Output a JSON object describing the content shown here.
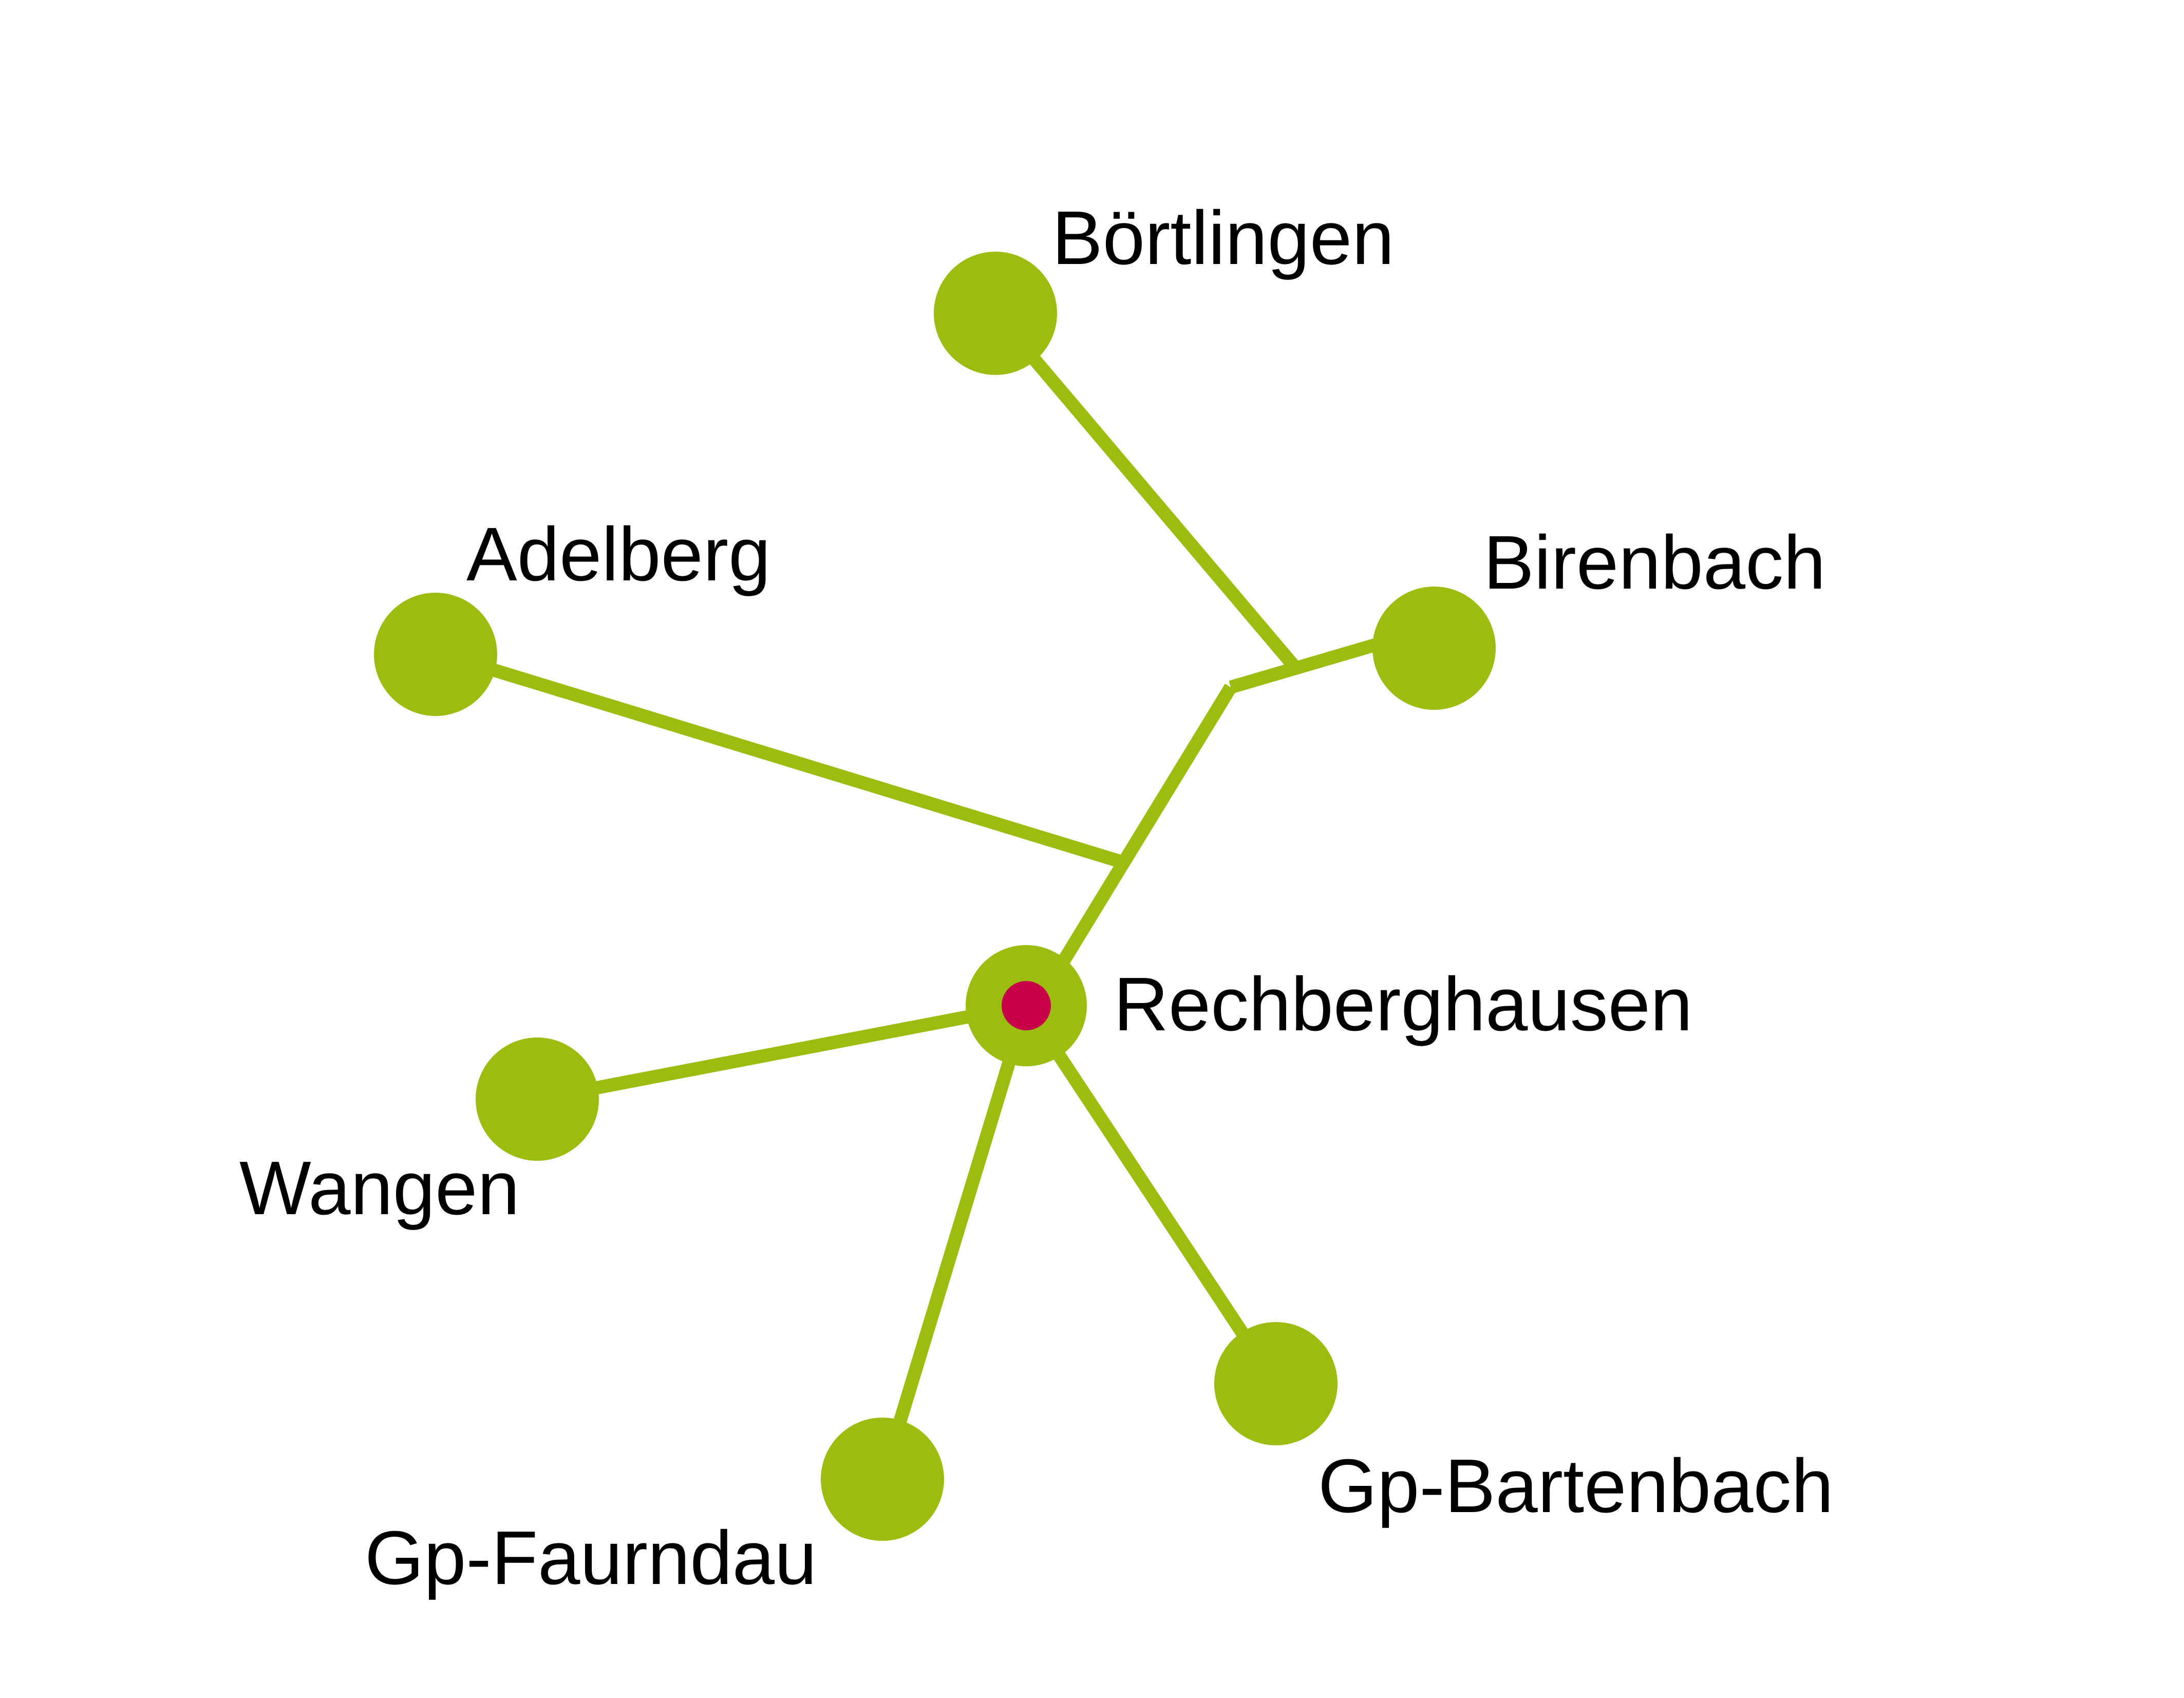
{
  "colors": {
    "line": "#9abd10",
    "node": "#9abd10",
    "center_dot": "#c8004a",
    "background": "#ffffff"
  },
  "center": {
    "label": "Rechberghausen"
  },
  "destinations": [
    {
      "id": "boertlingen",
      "label": "Börtlingen"
    },
    {
      "id": "birenbach",
      "label": "Birenbach"
    },
    {
      "id": "adelberg",
      "label": "Adelberg"
    },
    {
      "id": "wangen",
      "label": "Wangen"
    },
    {
      "id": "gp-faurndau",
      "label": "Gp-Faurndau"
    },
    {
      "id": "gp-bartenbach",
      "label": "Gp-Bartenbach"
    }
  ]
}
